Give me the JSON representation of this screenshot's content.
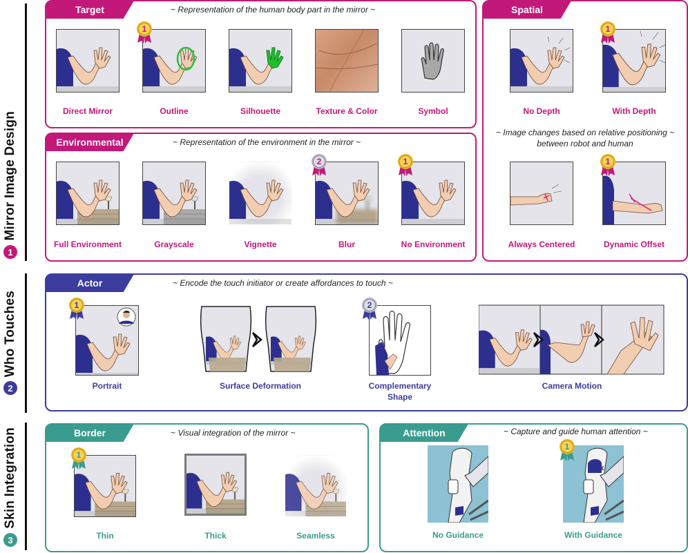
{
  "colors": {
    "magenta": "#c2187a",
    "indigo": "#3c3c9e",
    "teal": "#3a9c8e",
    "gold": "#e6b422",
    "silver": "#b5b5c2"
  },
  "sections": [
    {
      "number": "1",
      "title": "Mirror Image Design"
    },
    {
      "number": "2",
      "title": "Who Touches"
    },
    {
      "number": "3",
      "title": "Skin Integration"
    }
  ],
  "target": {
    "tab": "Target",
    "note": "~ Representation of the human body part in the mirror ~",
    "items": [
      {
        "label": "Direct Mirror",
        "medal": ""
      },
      {
        "label": "Outline",
        "medal": "1"
      },
      {
        "label": "Silhouette",
        "medal": ""
      },
      {
        "label": "Texture & Color",
        "medal": ""
      },
      {
        "label": "Symbol",
        "medal": ""
      }
    ]
  },
  "spatial": {
    "tab": "Spatial",
    "items": [
      {
        "label": "No Depth",
        "medal": ""
      },
      {
        "label": "With Depth",
        "medal": "1"
      }
    ],
    "note": "~ Image changes based on relative positioning ~",
    "note2": "between robot and human",
    "items2": [
      {
        "label": "Always Centered",
        "medal": ""
      },
      {
        "label": "Dynamic Offset",
        "medal": "1"
      }
    ]
  },
  "environmental": {
    "tab": "Environmental",
    "note": "~ Representation of the environment in the mirror ~",
    "items": [
      {
        "label": "Full Environment",
        "medal": ""
      },
      {
        "label": "Grayscale",
        "medal": ""
      },
      {
        "label": "Vignette",
        "medal": ""
      },
      {
        "label": "Blur",
        "medal": "2"
      },
      {
        "label": "No Environment",
        "medal": "1"
      }
    ]
  },
  "actor": {
    "tab": "Actor",
    "note": "~ Encode the touch initiator or create affordances to touch ~",
    "items": [
      {
        "label": "Portrait",
        "medal": "1"
      },
      {
        "label": "Surface Deformation",
        "medal": ""
      },
      {
        "label": "Complementary",
        "label2": "Shape",
        "medal": "2"
      },
      {
        "label": "Camera Motion",
        "medal": ""
      }
    ]
  },
  "border": {
    "tab": "Border",
    "note": "~ Visual integration of the mirror ~",
    "items": [
      {
        "label": "Thin",
        "medal": "1"
      },
      {
        "label": "Thick",
        "medal": ""
      },
      {
        "label": "Seamless",
        "medal": ""
      }
    ]
  },
  "attention": {
    "tab": "Attention",
    "note": "~ Capture and guide human attention ~",
    "items": [
      {
        "label": "No Guidance",
        "medal": ""
      },
      {
        "label": "With Guidance",
        "medal": "1"
      }
    ]
  }
}
